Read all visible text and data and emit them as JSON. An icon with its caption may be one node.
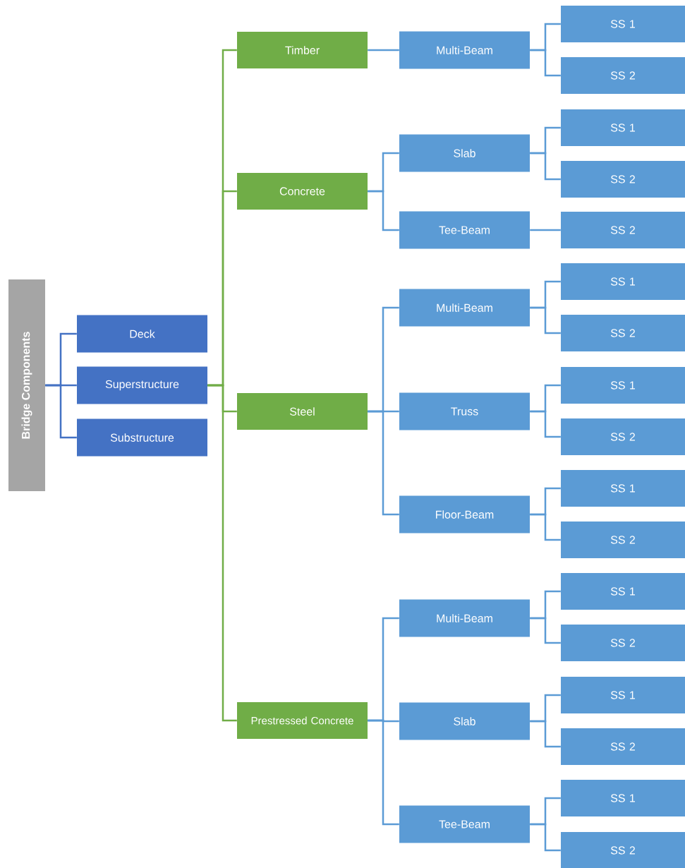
{
  "diagram": {
    "nodes": [
      {
        "text": [
          "Bridge Components"
        ]
      },
      {
        "text": [
          "Deck"
        ]
      },
      {
        "text": [
          "Superstructure"
        ]
      },
      {
        "text": [
          "Substructure"
        ]
      },
      {
        "text": [
          "Timber"
        ]
      },
      {
        "text": [
          "Concrete"
        ]
      },
      {
        "text": [
          "Steel"
        ]
      },
      {
        "text": [
          "Prestressed Concrete"
        ]
      },
      {
        "text": [
          "Multi-Beam"
        ]
      },
      {
        "text": [
          "SS 1"
        ]
      },
      {
        "text": [
          "SS 2"
        ]
      },
      {
        "text": [
          "Slab"
        ]
      },
      {
        "text": [
          "SS 1"
        ]
      },
      {
        "text": [
          "SS 2"
        ]
      },
      {
        "text": [
          "Tee-Beam"
        ]
      },
      {
        "text": [
          "SS 2"
        ]
      },
      {
        "text": [
          "Multi-Beam"
        ]
      },
      {
        "text": [
          "SS 1"
        ]
      },
      {
        "text": [
          "SS 2"
        ]
      },
      {
        "text": [
          "Truss"
        ]
      },
      {
        "text": [
          "SS 1"
        ]
      },
      {
        "text": [
          "SS 2"
        ]
      },
      {
        "text": [
          "Floor-Beam"
        ]
      },
      {
        "text": [
          "SS 1"
        ]
      },
      {
        "text": [
          "SS 2"
        ]
      },
      {
        "text": [
          "Multi-Beam"
        ]
      },
      {
        "text": [
          "SS 1"
        ]
      },
      {
        "text": [
          "SS 2"
        ]
      },
      {
        "text": [
          "Slab"
        ]
      },
      {
        "text": [
          "SS 1"
        ]
      },
      {
        "text": [
          "SS 2"
        ]
      },
      {
        "text": [
          "Tee-Beam"
        ]
      },
      {
        "text": [
          "SS 1"
        ]
      },
      {
        "text": [
          "SS 2"
        ]
      }
    ],
    "edges": [
      {
        "from": 0,
        "to": 1,
        "arrow": "none",
        "color": "#4472c4"
      },
      {
        "from": 0,
        "to": 2,
        "arrow": "none",
        "color": "#4472c4"
      },
      {
        "from": 0,
        "to": 3,
        "arrow": "none",
        "color": "#4472c4"
      },
      {
        "from": 2,
        "to": 4,
        "arrow": "none",
        "color": "#70ad47"
      },
      {
        "from": 2,
        "to": 5,
        "arrow": "none",
        "color": "#70ad47"
      },
      {
        "from": 2,
        "to": 6,
        "arrow": "none",
        "color": "#70ad47"
      },
      {
        "from": 2,
        "to": 7,
        "arrow": "none",
        "color": "#70ad47"
      },
      {
        "from": 4,
        "to": 8,
        "arrow": "none"
      },
      {
        "from": 8,
        "to": 9,
        "arrow": "none"
      },
      {
        "from": 8,
        "to": 10,
        "arrow": "none"
      },
      {
        "from": 5,
        "to": 11,
        "arrow": "none"
      },
      {
        "from": 5,
        "to": 14,
        "arrow": "none"
      },
      {
        "from": 11,
        "to": 12,
        "arrow": "none"
      },
      {
        "from": 11,
        "to": 13,
        "arrow": "none"
      },
      {
        "from": 14,
        "to": 15,
        "arrow": "none"
      },
      {
        "from": 6,
        "to": 16,
        "arrow": "none"
      },
      {
        "from": 6,
        "to": 19,
        "arrow": "none"
      },
      {
        "from": 6,
        "to": 22,
        "arrow": "none"
      },
      {
        "from": 16,
        "to": 17,
        "arrow": "none"
      },
      {
        "from": 16,
        "to": 18,
        "arrow": "none"
      },
      {
        "from": 19,
        "to": 20,
        "arrow": "none"
      },
      {
        "from": 19,
        "to": 21,
        "arrow": "none"
      },
      {
        "from": 22,
        "to": 23,
        "arrow": "none"
      },
      {
        "from": 22,
        "to": 24,
        "arrow": "none"
      },
      {
        "from": 7,
        "to": 25,
        "arrow": "none"
      },
      {
        "from": 7,
        "to": 28,
        "arrow": "none"
      },
      {
        "from": 7,
        "to": 31,
        "arrow": "none"
      },
      {
        "from": 25,
        "to": 26,
        "arrow": "none"
      },
      {
        "from": 25,
        "to": 27,
        "arrow": "none"
      },
      {
        "from": 28,
        "to": 29,
        "arrow": "none"
      },
      {
        "from": 28,
        "to": 30,
        "arrow": "none"
      },
      {
        "from": 31,
        "to": 32,
        "arrow": "none"
      },
      {
        "from": 31,
        "to": 33,
        "arrow": "none"
      }
    ]
  }
}
